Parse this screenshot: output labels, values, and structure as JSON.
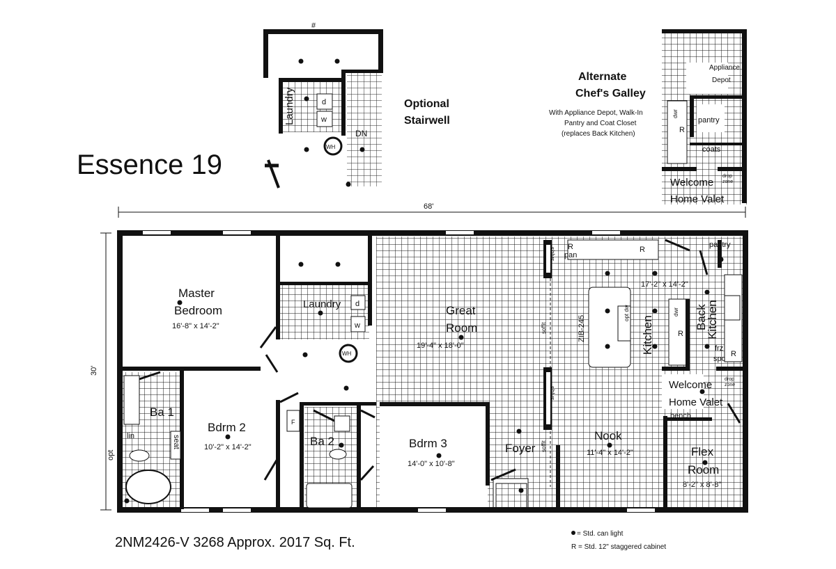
{
  "title": "Essence 19",
  "footer": {
    "model": "2NM2426-V 3268  Approx. 2017 Sq. Ft."
  },
  "legend": {
    "can_light": "= Std. can light",
    "cabinet": "R = Std. 12\" staggered cabinet"
  },
  "dimensions": {
    "width": "68'",
    "depth": "30'"
  },
  "optional_stairwell": {
    "title_line1": "Optional",
    "title_line2": "Stairwell",
    "laundry": "Laundry",
    "dryer": "d",
    "washer": "w",
    "down": "DN",
    "water_heater": "WH",
    "meter": "#"
  },
  "alternate_galley": {
    "title_line1": "Alternate",
    "title_line2": "Chef's Galley",
    "desc_line1": "With Appliance Depot, Walk-In",
    "desc_line2": "Pantry and Coat Closet",
    "desc_line3": "(replaces Back Kitchen)",
    "appliance_line1": "Appliance",
    "appliance_line2": "Depot",
    "pantry": "pantry",
    "coats": "coats",
    "dwr": "dwr",
    "cabinet": "R",
    "drop_zone_line1": "drop",
    "drop_zone_line2": "zone",
    "welcome": "Welcome",
    "home_valet": "Home Valet"
  },
  "rooms": {
    "master": {
      "line1": "Master",
      "line2": "Bedroom",
      "dims": "16'-8\" x 14'-2\""
    },
    "laundry": {
      "label": "Laundry",
      "dryer": "d",
      "washer": "w",
      "water_heater": "WH"
    },
    "great_room": {
      "line1": "Great",
      "line2": "Room",
      "dims": "19'-4\" x 18'-0\""
    },
    "kitchen": {
      "label": "Kitchen",
      "dims": "17'-2\" x 14'-2\"",
      "island": "ZIB-245",
      "opt_dw": "opt dw",
      "dwr": "dwr",
      "cabinet": "R",
      "pan": "pan",
      "pan_cab": "R",
      "fridge": "R"
    },
    "back_kitchen": {
      "line1": "Back",
      "line2": "Kitchen",
      "pantry": "pantry",
      "frz_line1": "frz",
      "frz_line2": "spc",
      "cabinet": "R"
    },
    "welcome": {
      "line1": "Welcome",
      "line2": "Home Valet",
      "drop_zone_line1": "drop",
      "drop_zone_line2": "zone",
      "bench": "bench"
    },
    "ba1": {
      "label": "Ba 1",
      "lin": "lin",
      "seat": "seat",
      "opt": "opt"
    },
    "bdrm2": {
      "label": "Bdrm 2",
      "dims": "10'-2\" x 14'-2\""
    },
    "ba2": {
      "label": "Ba 2",
      "furnace": "F"
    },
    "bdrm3": {
      "label": "Bdrm 3",
      "dims": "14'-0\" x 10'-8\""
    },
    "foyer": {
      "label": "Foyer"
    },
    "nook": {
      "label": "Nook",
      "dims": "11'-4\" x 14'-2\""
    },
    "flex": {
      "line1": "Flex",
      "line2": "Room",
      "dims": "8'-2\" x 8'-8\""
    },
    "shlvs": "shlvs",
    "soffit": "soffit"
  }
}
